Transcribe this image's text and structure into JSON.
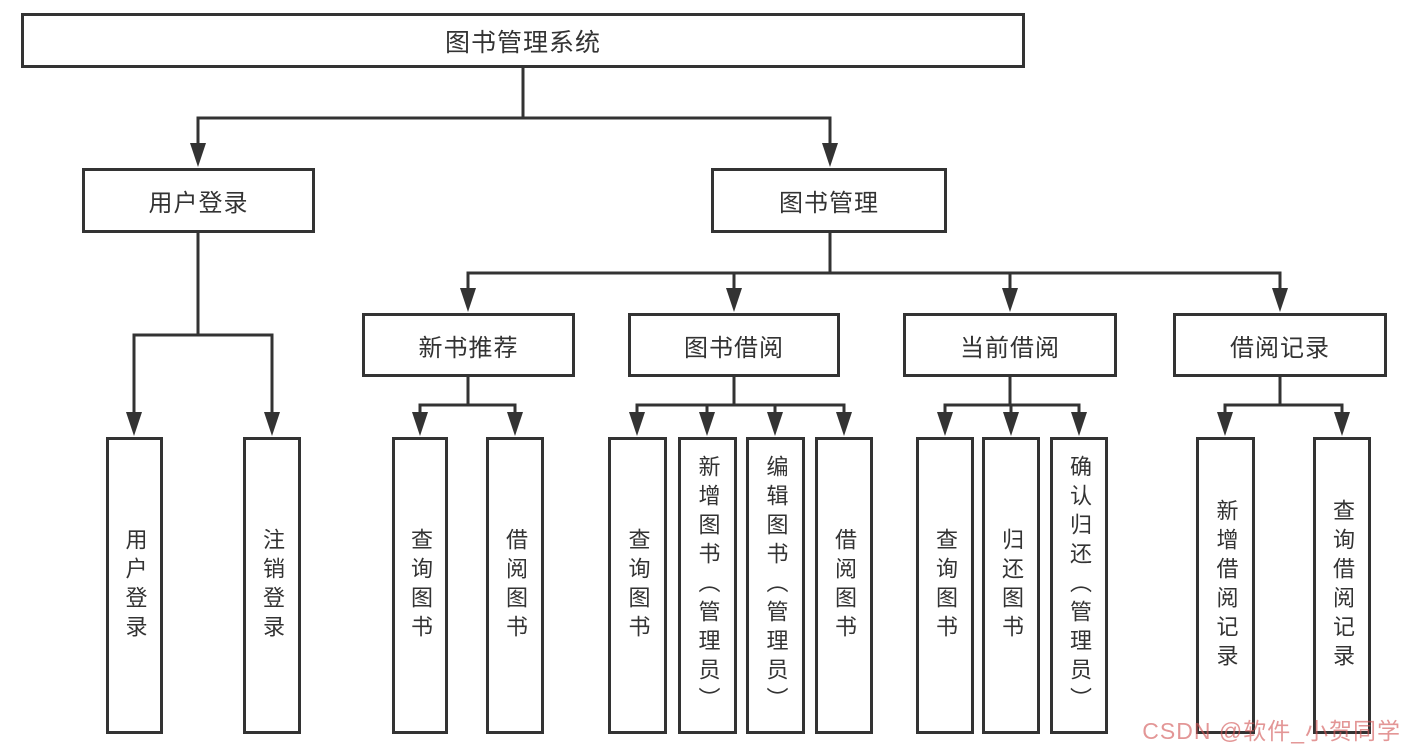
{
  "tree": {
    "label": "图书管理系统",
    "children": [
      {
        "label": "用户登录",
        "children": [
          {
            "label": "用户登录"
          },
          {
            "label": "注销登录"
          }
        ]
      },
      {
        "label": "图书管理",
        "children": [
          {
            "label": "新书推荐",
            "children": [
              {
                "label": "查询图书"
              },
              {
                "label": "借阅图书"
              }
            ]
          },
          {
            "label": "图书借阅",
            "children": [
              {
                "label": "查询图书"
              },
              {
                "label": "新增图书（管理员）"
              },
              {
                "label": "编辑图书（管理员）"
              },
              {
                "label": "借阅图书"
              }
            ]
          },
          {
            "label": "当前借阅",
            "children": [
              {
                "label": "查询图书"
              },
              {
                "label": "归还图书"
              },
              {
                "label": "确认归还（管理员）"
              }
            ]
          },
          {
            "label": "借阅记录",
            "children": [
              {
                "label": "新增借阅记录"
              },
              {
                "label": "查询借阅记录"
              }
            ]
          }
        ]
      }
    ]
  },
  "watermark": {
    "text": "CSDN @软件_小贺同学"
  },
  "colors": {
    "line": "#333333",
    "box_border": "#333333",
    "text": "#333333",
    "watermark": "#d25555"
  }
}
